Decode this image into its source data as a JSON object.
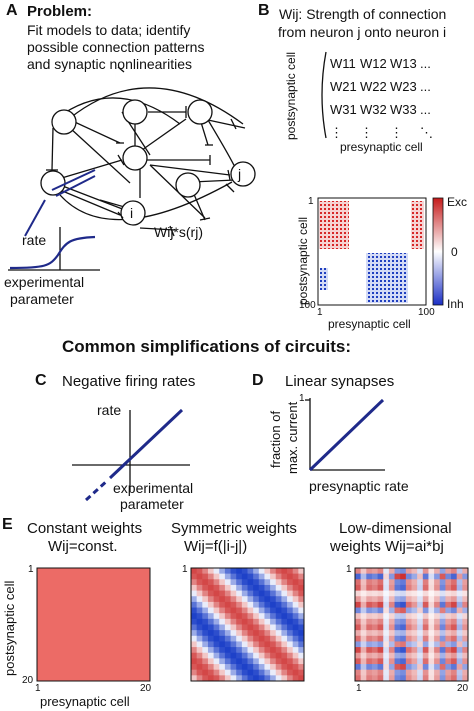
{
  "panelA": {
    "label": "A",
    "problem_title": "Problem:",
    "problem_lines": [
      "Fit models to data; identify",
      "possible connection patterns",
      "and synaptic nonlinearities"
    ],
    "node_i": "i",
    "node_j": "j",
    "weight_formula": "Wij*s(rj)",
    "curve_ylabel": "rate",
    "curve_xlabel_lines": [
      "experimental",
      "parameter"
    ]
  },
  "panelB": {
    "label": "B",
    "title_lines": [
      "Wij: Strength of connection",
      "from neuron j onto neuron i"
    ],
    "matrix_entries": [
      [
        "W11",
        "W12",
        "W13",
        "..."
      ],
      [
        "W21",
        "W22",
        "W23",
        "..."
      ],
      [
        "W31",
        "W32",
        "W33",
        "..."
      ],
      [
        "⋮",
        "⋮",
        "⋮",
        "⋱"
      ]
    ],
    "matrix_ylabel": "postsynaptic cell",
    "matrix_xlabel": "presynaptic cell",
    "heatmap_ylabel": "postsynaptic cell",
    "heatmap_xlabel": "presynaptic cell",
    "heatmap_x_ticks": [
      "1",
      "100"
    ],
    "heatmap_y_ticks": [
      "1",
      "100"
    ],
    "colorbar_labels": [
      "Exc",
      "0",
      "Inh"
    ]
  },
  "section_title": "Common simplifications of circuits:",
  "panelC": {
    "label": "C",
    "title": "Negative firing rates",
    "ylabel": "rate",
    "xlabel_lines": [
      "experimental",
      "parameter"
    ]
  },
  "panelD": {
    "label": "D",
    "title": "Linear synapses",
    "ylabel_lines": [
      "fraction of",
      "max. current"
    ],
    "y_tick": "1",
    "xlabel": "presynaptic rate"
  },
  "panelE": {
    "label": "E",
    "ylabel": "postsynaptic cell",
    "xlabel": "presynaptic cell",
    "tick_start": "1",
    "tick_end": "20",
    "matrices": [
      {
        "title_lines": [
          "Constant weights",
          "Wij=const."
        ]
      },
      {
        "title_lines": [
          "Symmetric weights",
          "Wij=f(|i-j|)"
        ]
      },
      {
        "title_lines": [
          "Low-dimensional",
          "weights Wij=ai*bj"
        ]
      }
    ]
  },
  "colors": {
    "line": "#1f2a8a",
    "exc": "#d62728",
    "inh": "#1f3fbf",
    "constant": "#ec6b66"
  }
}
